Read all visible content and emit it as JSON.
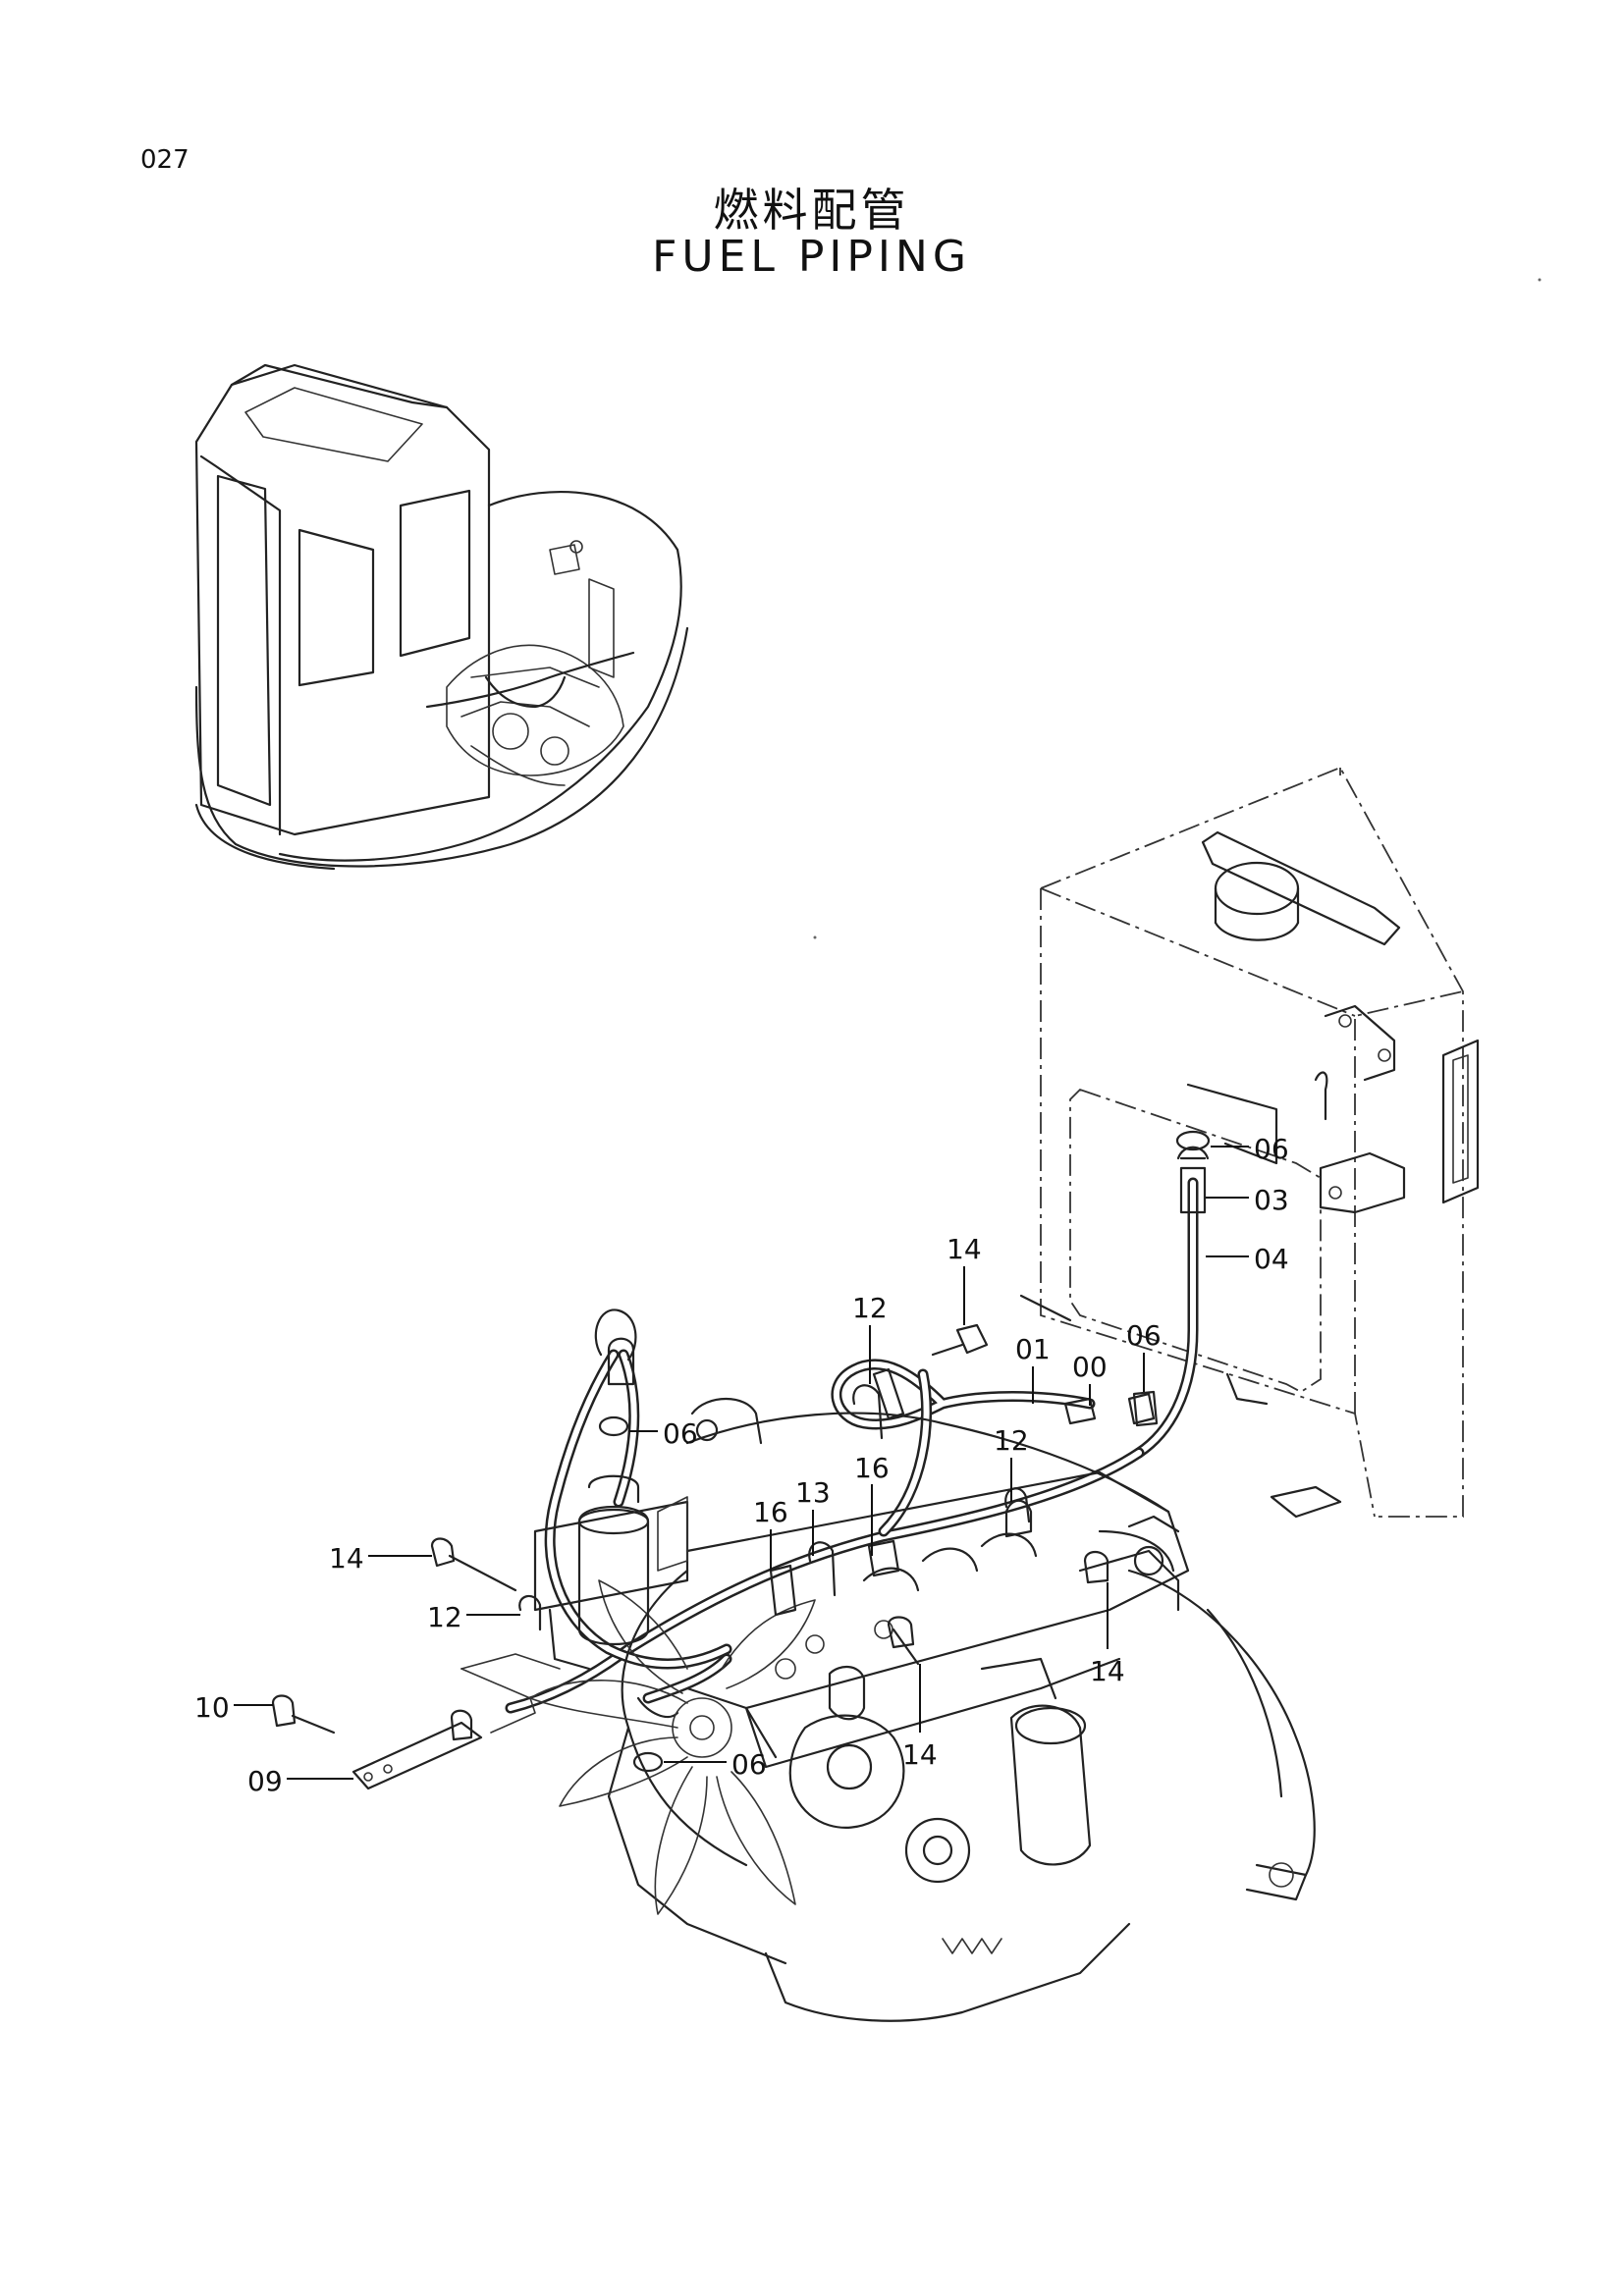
{
  "page": {
    "number": "027"
  },
  "title": {
    "japanese": "燃料配管",
    "english": "FUEL  PIPING"
  },
  "callouts": [
    "06",
    "03",
    "04",
    "14",
    "12",
    "01",
    "00",
    "06",
    "06",
    "16",
    "12",
    "13",
    "16",
    "14",
    "12",
    "10",
    "09",
    "06",
    "14",
    "14"
  ]
}
